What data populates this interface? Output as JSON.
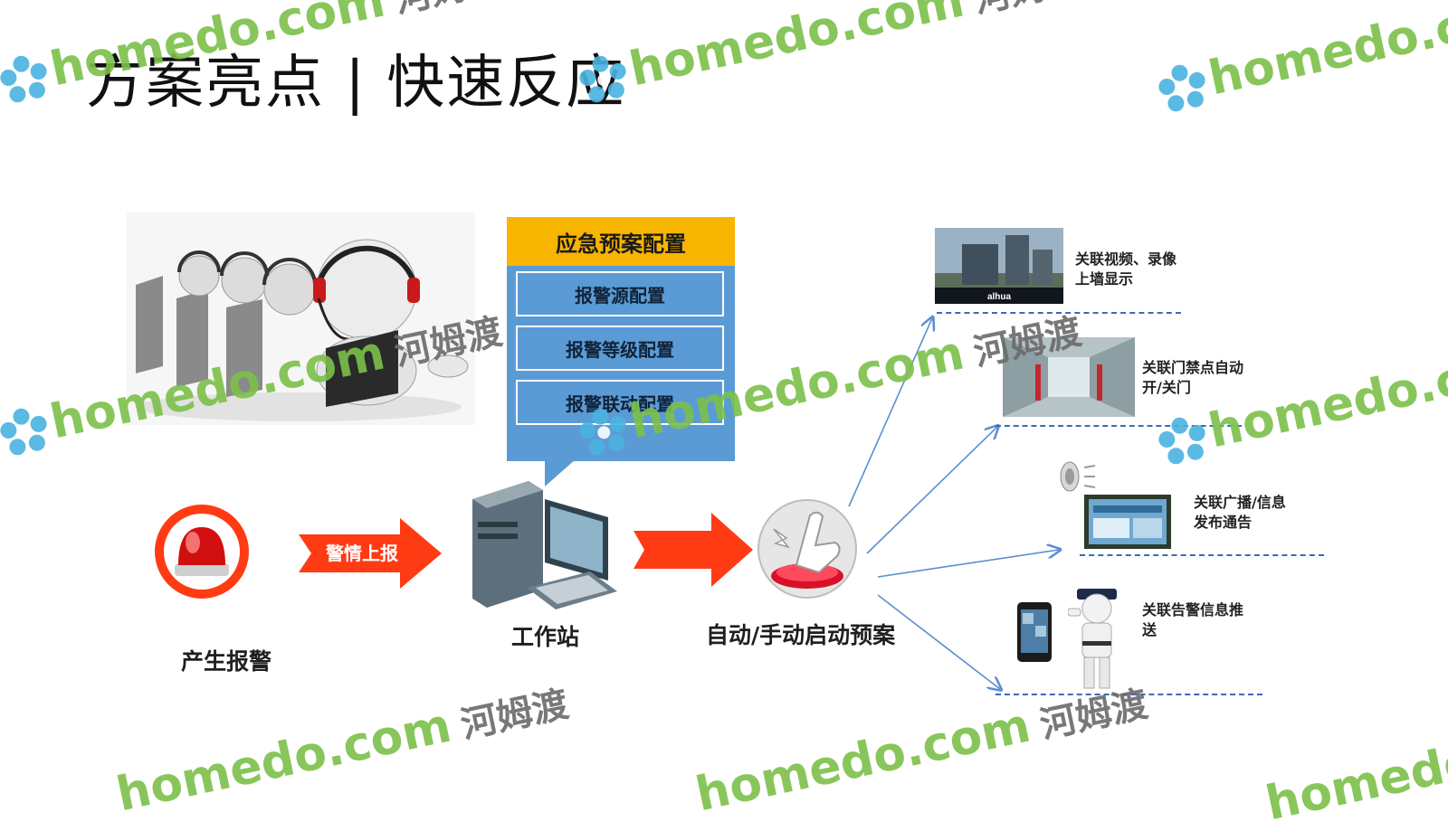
{
  "title": "方案亮点 | 快速反应",
  "config_panel": {
    "header": "应急预案配置",
    "items": [
      "报警源配置",
      "报警等级配置",
      "报警联动配置"
    ]
  },
  "flow": {
    "alarm_label": "产生报警",
    "report_arrow_label": "警情上报",
    "workstation_label": "工作站",
    "trigger_label": "自动/手动启动预案"
  },
  "outputs": [
    {
      "line1": "关联视频、录像",
      "line2": "上墙显示"
    },
    {
      "line1": "关联门禁点自动",
      "line2": "开/关门"
    },
    {
      "line1": "关联广播/信息",
      "line2": "发布通告"
    },
    {
      "line1": "关联告警信息推",
      "line2": "送"
    }
  ],
  "photo_brand": "alhua",
  "watermark": {
    "en": "homedo.com",
    "cn": "河姆渡"
  },
  "colors": {
    "panel_blue": "#5b9bd5",
    "panel_header": "#f7b500",
    "arrow_red": "#ff3b14",
    "link_blue": "#5b8fd0",
    "dash_blue": "#3a6bb5",
    "watermark_green": "#7cc04a"
  }
}
